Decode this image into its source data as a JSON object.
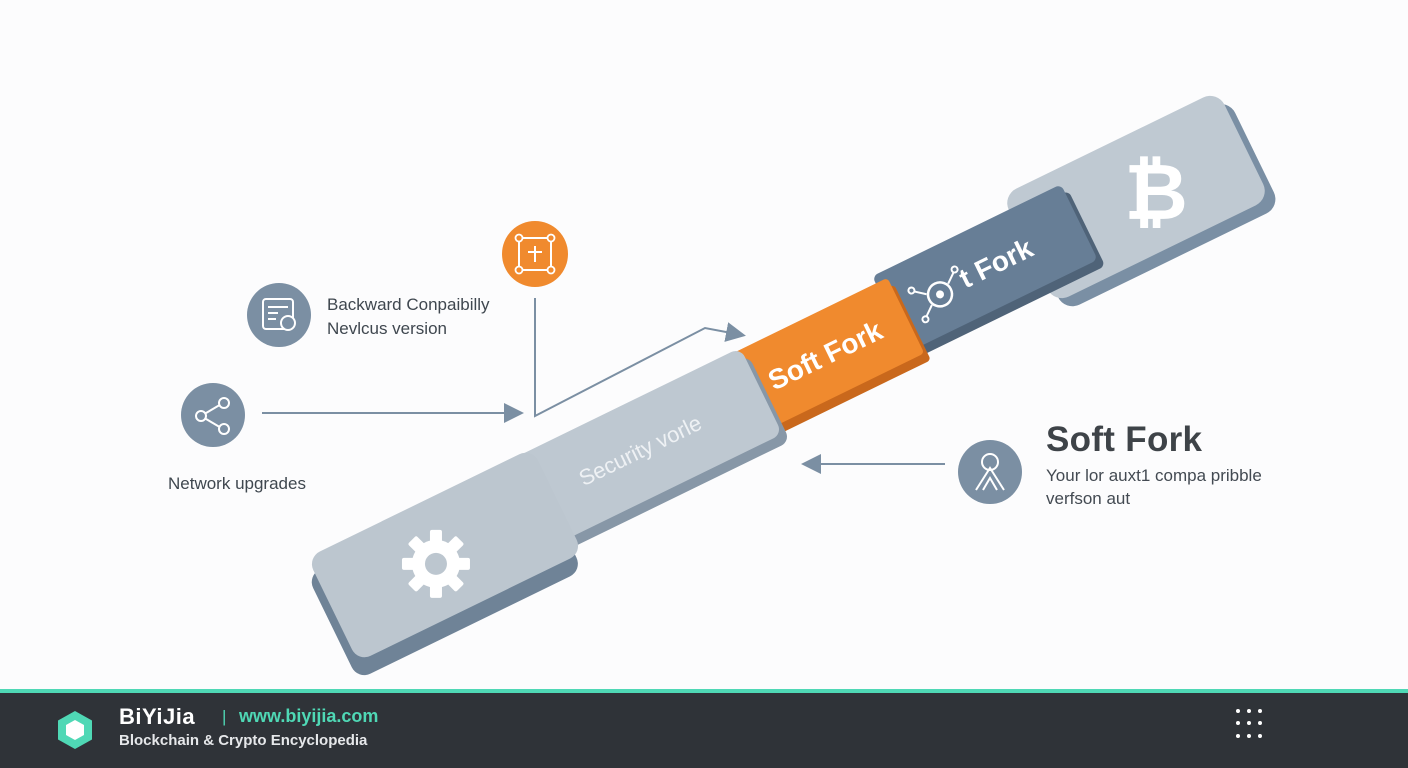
{
  "diagram": {
    "blocks": [
      {
        "id": "gear-block",
        "text": ""
      },
      {
        "id": "security-block",
        "text": "Security vorle"
      },
      {
        "id": "soft-fork-orange",
        "text": "Soft Fork"
      },
      {
        "id": "soft-fork-dark",
        "text": "t Fork"
      },
      {
        "id": "bitcoin-block",
        "text": ""
      }
    ],
    "labels": {
      "backward_line1": "Backward Conpaibilly",
      "backward_line2": "Nevlcus version",
      "network": "Network upgrades"
    },
    "soft_fork_panel": {
      "title": "Soft Fork",
      "desc_line1": "Your lor auxt1 compa pribble",
      "desc_line2": "verfson aut"
    },
    "icons": [
      "document-coin-icon",
      "network-share-icon",
      "node-square-icon",
      "person-icon",
      "gear-icon",
      "bitcoin-icon",
      "circuit-icon"
    ],
    "colors": {
      "slate": "#7b92a8",
      "orange": "#f08a2e",
      "block_gray": "#bcc6cf",
      "dark_block": "#687f97",
      "footer_bg": "#2f3338",
      "accent": "#4fd8b5"
    }
  },
  "footer": {
    "brand": "BiYiJia",
    "separator": "|",
    "url": "www.biyijia.com",
    "tagline": "Blockchain & Crypto Encyclopedia"
  }
}
